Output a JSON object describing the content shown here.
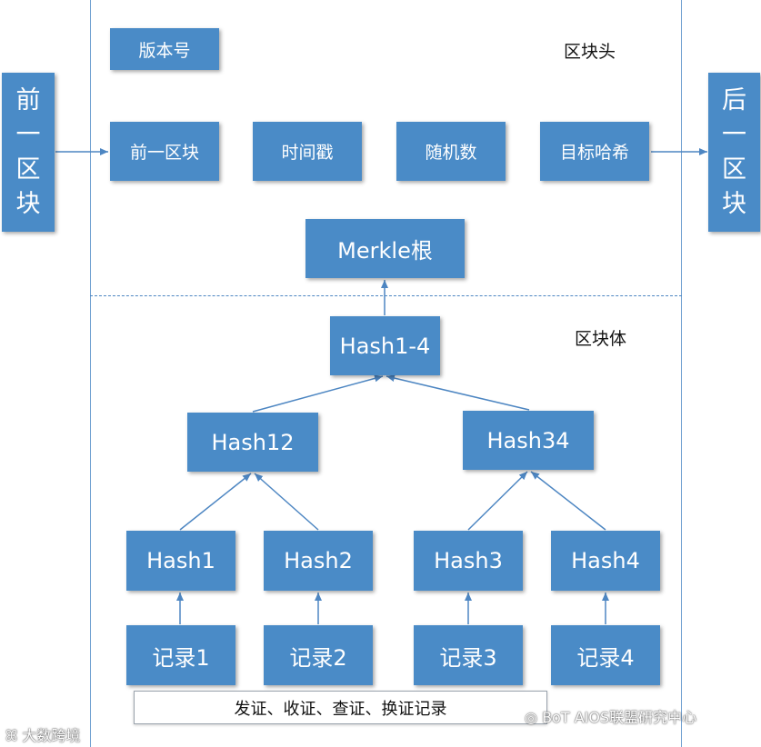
{
  "header_label": "区块头",
  "body_label": "区块体",
  "prev_block": [
    "前",
    "一",
    "区",
    "块"
  ],
  "next_block": [
    "后",
    "一",
    "区",
    "块"
  ],
  "header": {
    "version": "版本号",
    "prev_hash": "前一区块",
    "timestamp": "时间戳",
    "nonce": "随机数",
    "target_hash": "目标哈希",
    "merkle_root": "Merkle根"
  },
  "tree": {
    "hash_1_4": "Hash1-4",
    "hash_12": "Hash12",
    "hash_34": "Hash34",
    "hash_1": "Hash1",
    "hash_2": "Hash2",
    "hash_3": "Hash3",
    "hash_4": "Hash4"
  },
  "records": {
    "record_1": "记录1",
    "record_2": "记录2",
    "record_3": "记录3",
    "record_4": "记录4"
  },
  "footer": "发证、收证、查证、换证记录",
  "watermarks": {
    "left": "大数跨境",
    "right": "BoT AIOS联盟研究中心"
  },
  "colors": {
    "box": "#4a8bc7",
    "line": "#4d86c2",
    "frame": "#6f9fd0"
  }
}
